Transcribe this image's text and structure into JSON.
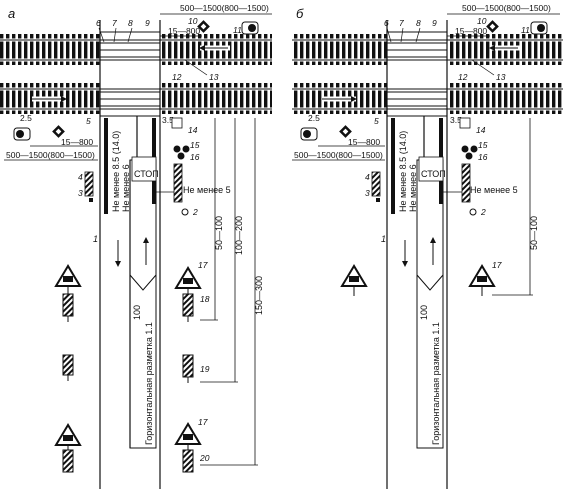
{
  "panels": {
    "a": {
      "letter": "а",
      "dim_top": "500—1500(800—1500)",
      "dim_top2": "15—800",
      "dim_left": "500—1500(800—1500)",
      "dim_left2": "15—800",
      "dim_small": "2.5",
      "dim_small2": "3.5",
      "vert_a": "Не менее 8.5 (14.0)",
      "vert_b": "Не менее 6",
      "stop": "СТОП",
      "min5": "Не менее 5",
      "d_50_100": "50—100",
      "d_100_200": "100—200",
      "d_150_300": "150—300",
      "d_100": "100",
      "marking": "Горизонтальная разметка 1.1",
      "n1": "1",
      "n2": "2",
      "n3": "3",
      "n4": "4",
      "n5": "5",
      "n6": "6",
      "n7": "7",
      "n8": "8",
      "n9": "9",
      "n10": "10",
      "n11": "11",
      "n12": "12",
      "n13": "13",
      "n14": "14",
      "n15": "15",
      "n16": "16",
      "n17a": "17",
      "n17b": "17",
      "n18": "18",
      "n19": "19",
      "n20": "20"
    },
    "b": {
      "letter": "б",
      "dim_top": "500—1500(800—1500)",
      "dim_top2": "15—800",
      "dim_left": "500—1500(800—1500)",
      "dim_left2": "15—800",
      "dim_small": "2.5",
      "dim_small2": "3.5",
      "vert_a": "Не менее 8.5 (14.0)",
      "vert_b": "Не менее 6",
      "stop": "СТОП",
      "min5": "Не менее 5",
      "d_50_100": "50—100",
      "d_100": "100",
      "marking": "Горизонтальная разметка 1.1",
      "n1": "1",
      "n2": "2",
      "n3": "3",
      "n4": "4",
      "n5": "5",
      "n6": "6",
      "n7": "7",
      "n8": "8",
      "n9": "9",
      "n10": "10",
      "n11": "11",
      "n12": "12",
      "n13": "13",
      "n14": "14",
      "n15": "15",
      "n16": "16",
      "n17": "17"
    }
  }
}
